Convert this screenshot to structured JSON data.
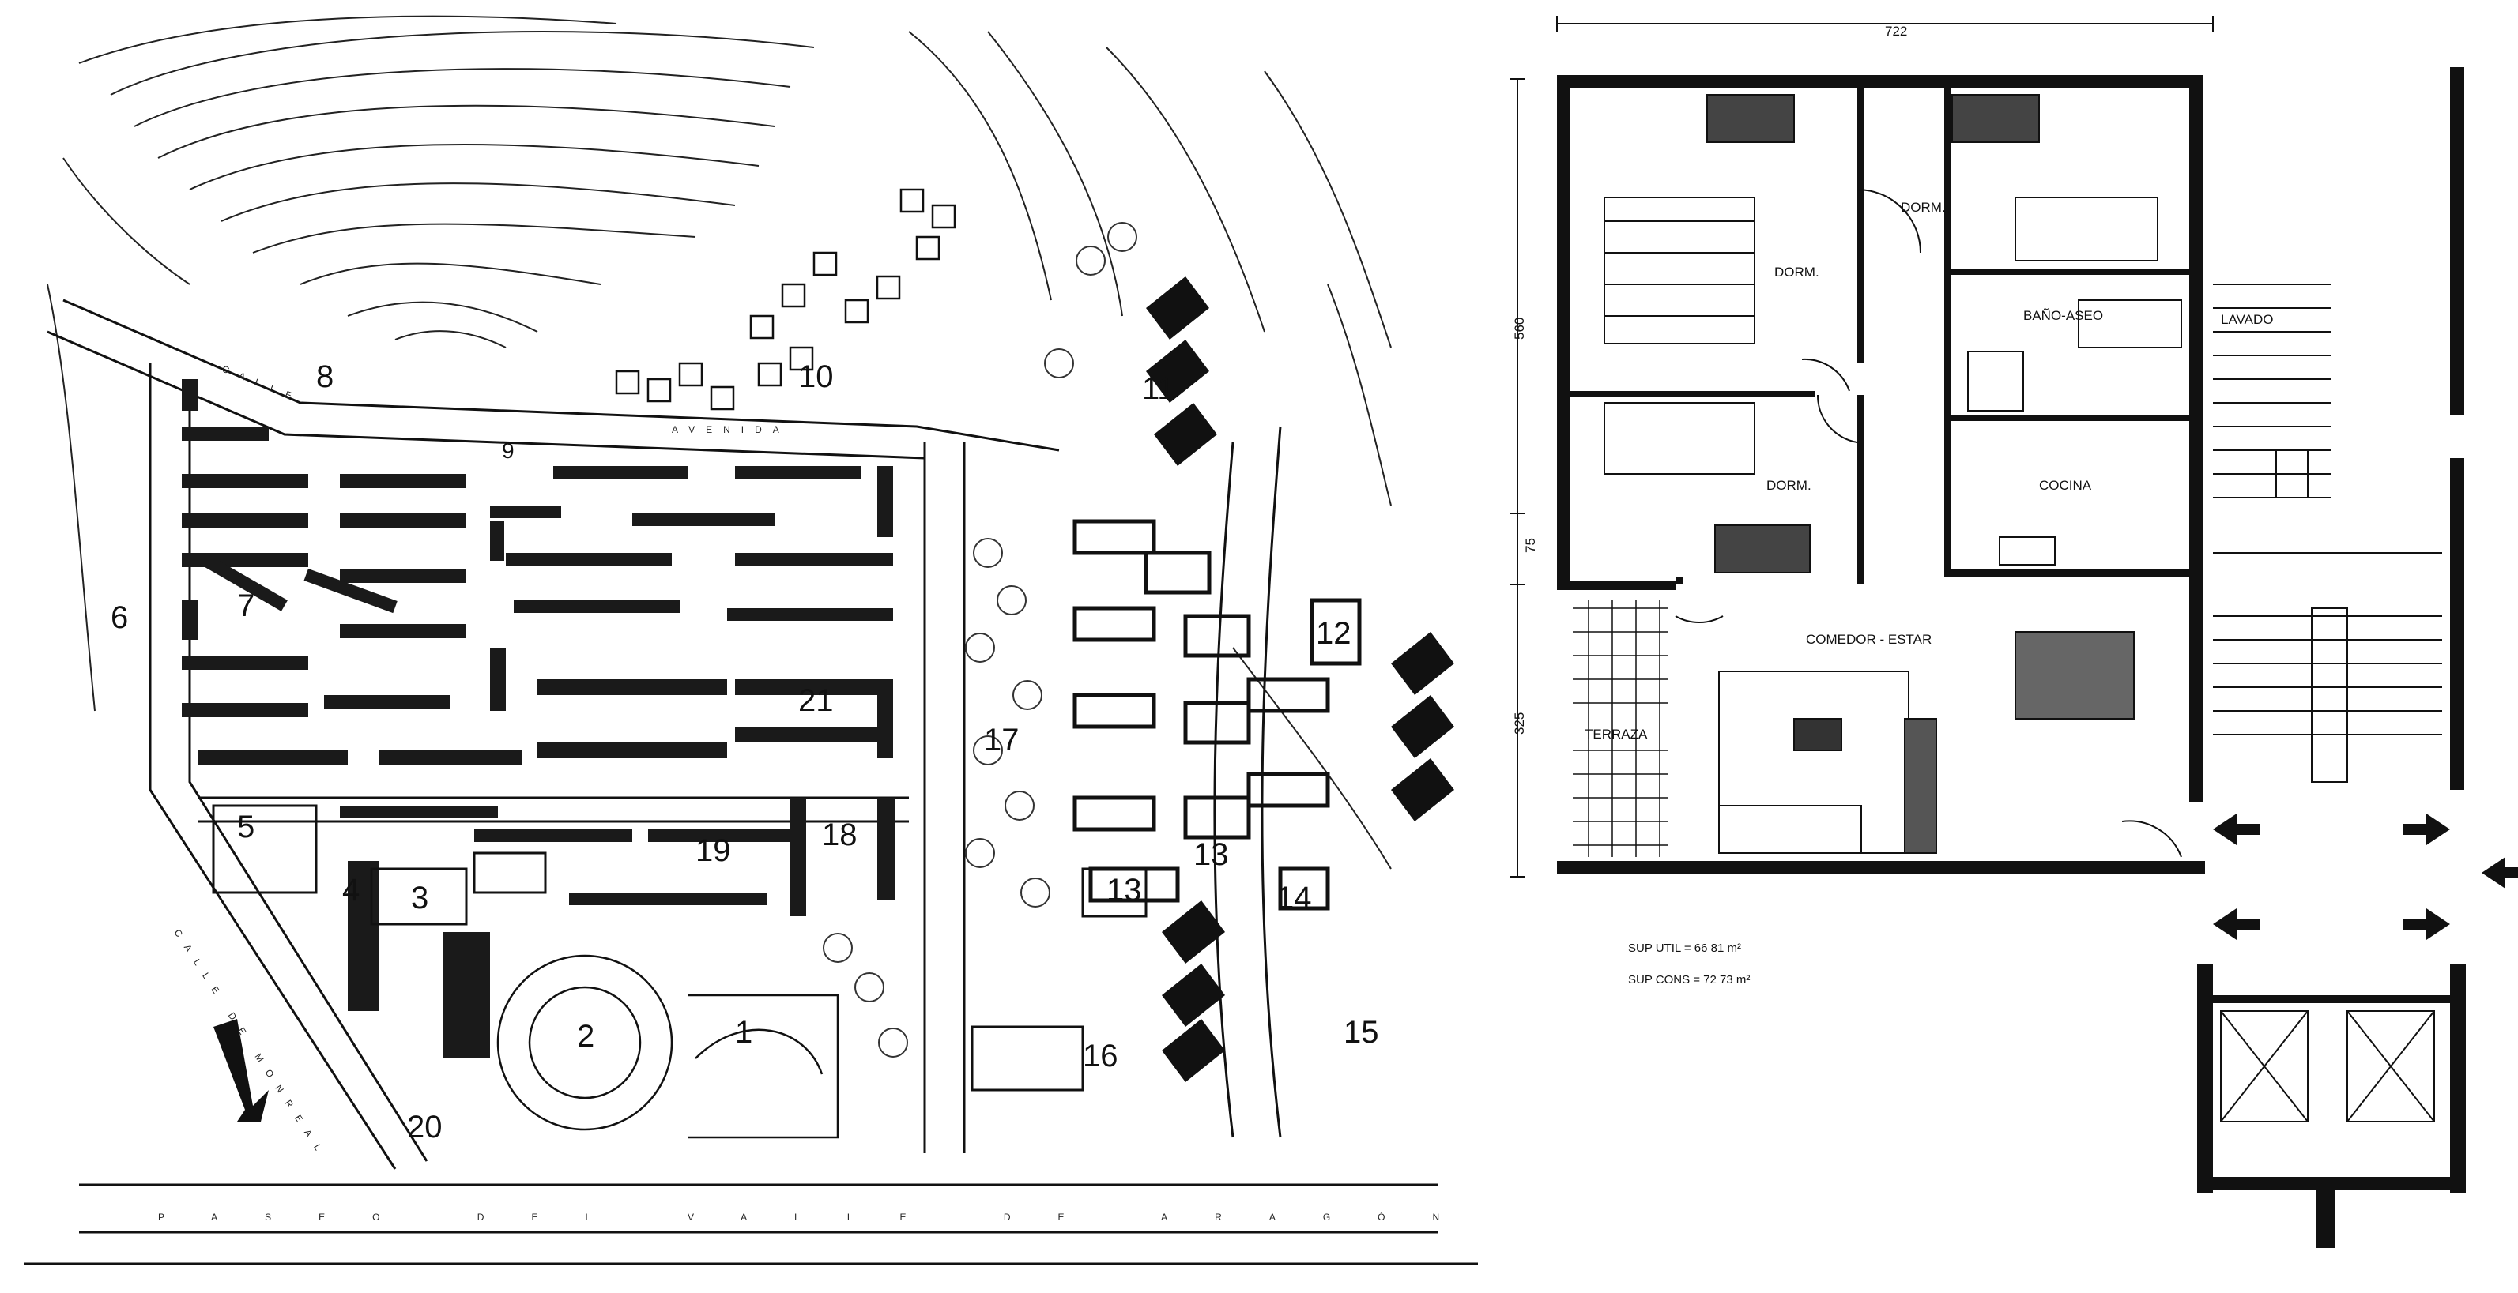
{
  "site_plan": {
    "labels": [
      "1",
      "2",
      "3",
      "4",
      "5",
      "6",
      "7",
      "8",
      "9",
      "10",
      "11",
      "12",
      "13",
      "13",
      "14",
      "15",
      "16",
      "17",
      "17",
      "18",
      "19",
      "20",
      "21"
    ],
    "road_names": [
      "CALLE",
      "AVENIDA",
      "PASEO DEL VALLE DE ARAGÓN",
      "CALLE DE MONREAL"
    ],
    "colors": {
      "ink": "#111111",
      "paper": "#ffffff",
      "building": "#1a1a1a"
    }
  },
  "floor_plan": {
    "rooms": {
      "dorm_1": "DORM.",
      "dorm_2": "DORM.",
      "dorm_3": "DORM.",
      "bano": "BAÑO-ASEO",
      "lavado": "LAVADO",
      "cocina": "COCINA",
      "comedor": "COMEDOR - ESTAR",
      "terraza": "TERRAZA"
    },
    "dimensions": {
      "width": "722",
      "depth_top": "560",
      "step": "75",
      "depth_bottom": "325"
    },
    "surfaces": {
      "util": "SUP  UTIL =  66 81 m²",
      "cons": "SUP  CONS = 72 73 m²"
    }
  }
}
